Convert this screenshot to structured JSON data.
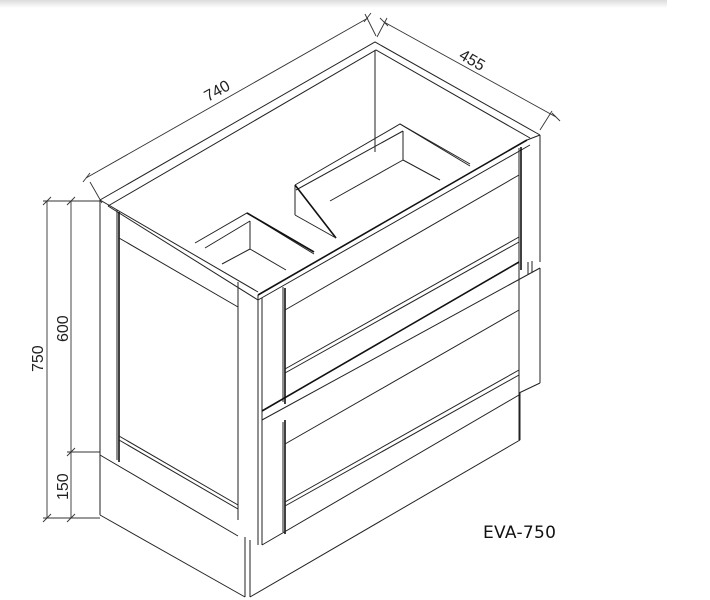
{
  "drawing": {
    "title": "Vanity cabinet isometric line drawing",
    "model_label": "EVA-750",
    "dimensions": {
      "width": "740",
      "depth": "455",
      "total_height": "750",
      "cabinet_height": "600",
      "kick_height": "150"
    },
    "features": [
      "two drawers",
      "shaker-style panels",
      "recessed kick base",
      "open top with drawer boxes visible"
    ],
    "line_color": "#222222",
    "background_color": "#ffffff"
  }
}
